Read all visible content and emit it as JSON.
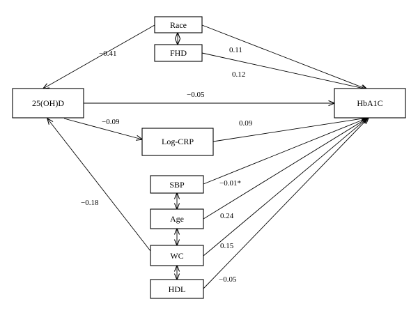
{
  "diagram": {
    "type": "path-diagram",
    "nodes": {
      "race": "Race",
      "fhd": "FHD",
      "vitd": "25(OH)D",
      "hba1c": "HbA1C",
      "logcrp": "Log-CRP",
      "sbp": "SBP",
      "age": "Age",
      "wc": "WC",
      "hdl": "HDL"
    },
    "paths": [
      {
        "from": "Race",
        "to": "25(OH)D",
        "coefficient": "−0.41"
      },
      {
        "from": "Race",
        "to": "HbA1C",
        "coefficient": "0.11"
      },
      {
        "from": "FHD",
        "to": "HbA1C",
        "coefficient": "0.12"
      },
      {
        "from": "25(OH)D",
        "to": "HbA1C",
        "coefficient": "−0.05"
      },
      {
        "from": "25(OH)D",
        "to": "Log-CRP",
        "coefficient": "−0.09"
      },
      {
        "from": "Log-CRP",
        "to": "HbA1C",
        "coefficient": "0.09"
      },
      {
        "from": "SBP",
        "to": "HbA1C",
        "coefficient": "−0.01*"
      },
      {
        "from": "Age",
        "to": "HbA1C",
        "coefficient": "0.24"
      },
      {
        "from": "WC",
        "to": "HbA1C",
        "coefficient": "0.15"
      },
      {
        "from": "HDL",
        "to": "HbA1C",
        "coefficient": "−0.05"
      },
      {
        "from": "WC",
        "to": "25(OH)D",
        "coefficient": "−0.18"
      }
    ],
    "correlations": [
      [
        "Race",
        "FHD"
      ],
      [
        "SBP",
        "Age"
      ],
      [
        "Age",
        "WC"
      ],
      [
        "WC",
        "HDL"
      ]
    ]
  }
}
